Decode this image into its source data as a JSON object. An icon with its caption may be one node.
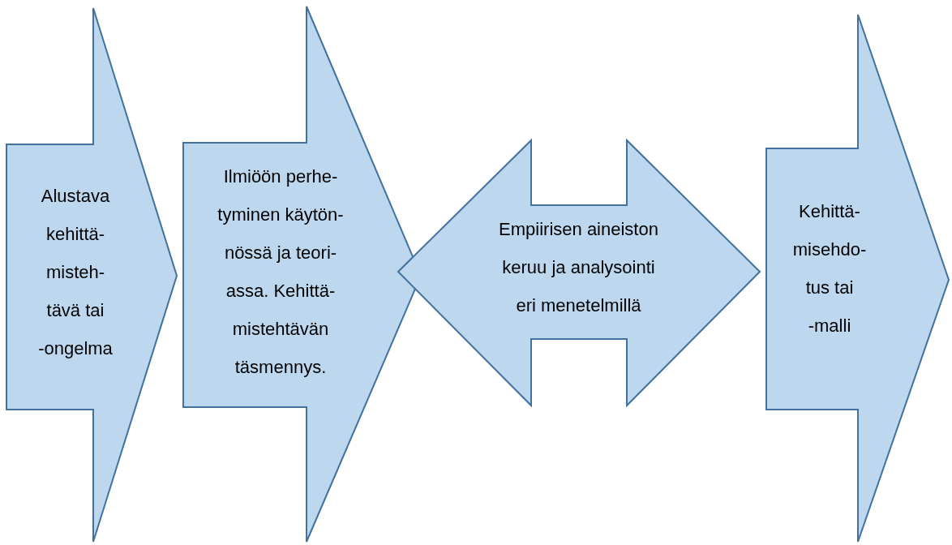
{
  "diagram": {
    "nodes": [
      {
        "text": [
          "Alustava kehittä- misteh- tävä tai -ongelma"
        ]
      },
      {
        "text": [
          "Ilmiöön perhe- tyminen käytön- nössä ja teori- assa. Kehittä- mistehtävän täsmennys."
        ]
      },
      {
        "text": [
          "Empiirisen aineiston keruu ja analysointi eri menetelmillä"
        ]
      },
      {
        "text": [
          "Kehittä- misehdo- tus tai -malli"
        ]
      }
    ]
  }
}
